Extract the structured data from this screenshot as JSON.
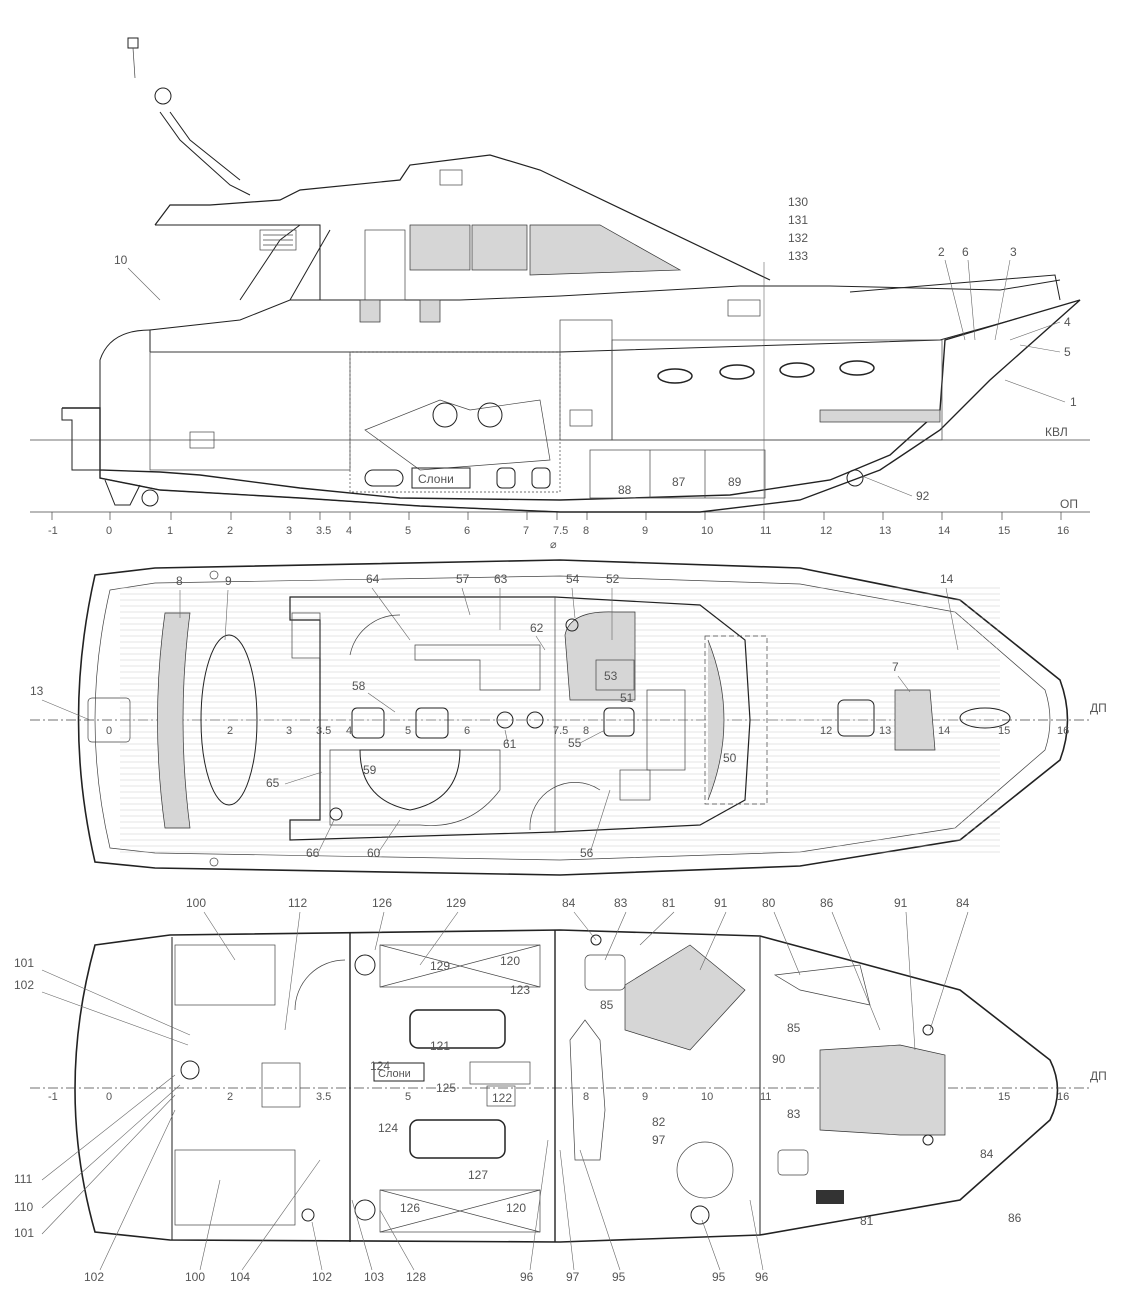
{
  "lines": {
    "waterline": "КВЛ",
    "baseline": "ОП",
    "centerline": "ДП",
    "centerline_bottom": "ДП"
  },
  "frames": [
    "-1",
    "0",
    "1",
    "2",
    "3",
    "3.5",
    "4",
    "5",
    "6",
    "7",
    "7.5",
    "8",
    "9",
    "10",
    "11",
    "12",
    "13",
    "14",
    "15",
    "16"
  ],
  "side_view": {
    "labels": [
      "10",
      "130",
      "131",
      "132",
      "133",
      "2",
      "6",
      "3",
      "4",
      "5",
      "1",
      "88",
      "87",
      "89",
      "92"
    ],
    "engine_label": "Слони",
    "frame_glyph": "⌀"
  },
  "main_deck": {
    "labels": [
      "8",
      "9",
      "64",
      "57",
      "63",
      "54",
      "52",
      "14",
      "62",
      "53",
      "51",
      "13",
      "58",
      "7",
      "61",
      "55",
      "50",
      "65",
      "59",
      "66",
      "60",
      "56"
    ],
    "frames_inline": [
      "0",
      "2",
      "3",
      "3.5",
      "4",
      "5",
      "6",
      "7.5",
      "8",
      "12",
      "13",
      "14",
      "15",
      "16"
    ]
  },
  "lower_deck": {
    "labels_top": [
      "100",
      "112",
      "126",
      "129",
      "84",
      "83",
      "81",
      "91",
      "80",
      "86",
      "91",
      "84"
    ],
    "labels_left": [
      "101",
      "102",
      "111",
      "110",
      "101",
      "102"
    ],
    "labels_bottom": [
      "100",
      "104",
      "102",
      "103",
      "128",
      "96",
      "97",
      "95",
      "95",
      "96"
    ],
    "labels_inner": [
      "120",
      "123",
      "85",
      "85",
      "90",
      "124",
      "121",
      "125",
      "122",
      "124",
      "127",
      "129",
      "82",
      "97",
      "83",
      "84",
      "86",
      "81",
      "126",
      "120"
    ],
    "engine_label": "Слони",
    "frames_inline": [
      "-1",
      "0",
      "2",
      "3.5",
      "5",
      "8",
      "9",
      "10",
      "11",
      "15",
      "16"
    ]
  }
}
